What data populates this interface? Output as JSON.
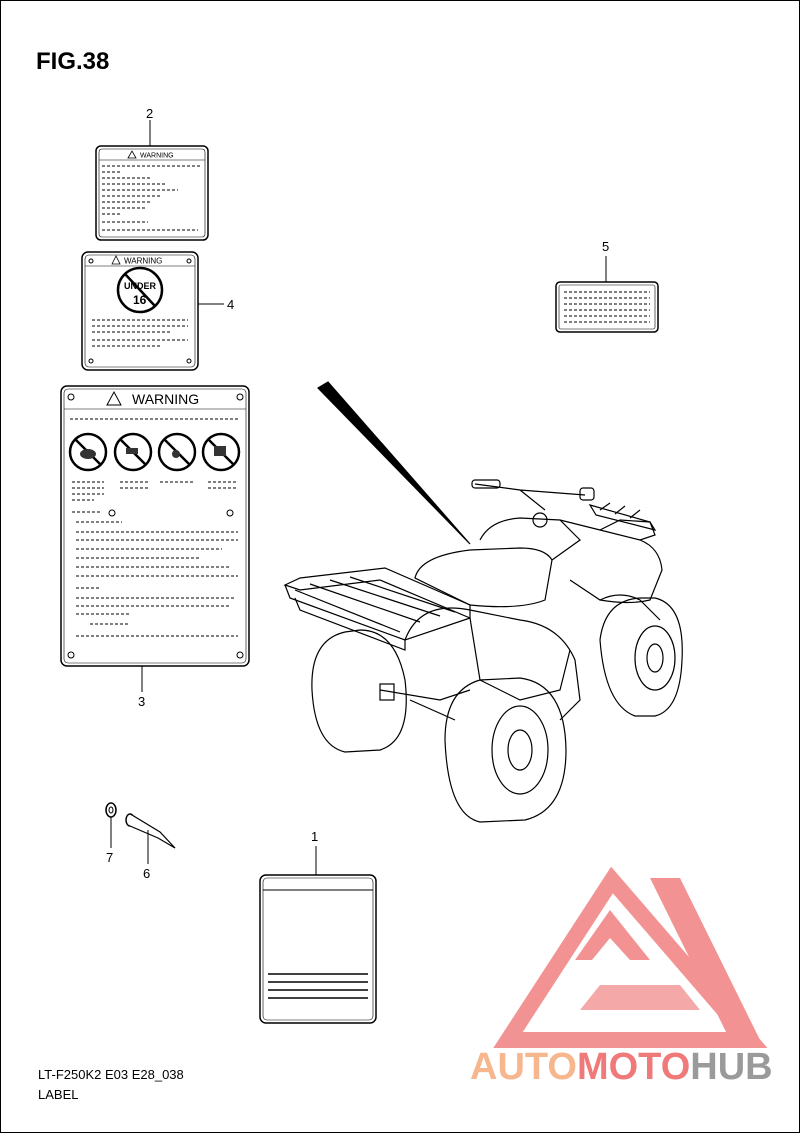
{
  "figure": {
    "title": "FIG.38",
    "code": "LT-F250K2 E03 E28_038",
    "section": "LABEL"
  },
  "callouts": [
    "1",
    "2",
    "3",
    "4",
    "5",
    "6",
    "7"
  ],
  "labels": {
    "warning_small": "WARNING",
    "warning_large": "WARNING",
    "under_text": "UNDER",
    "under_age": "16"
  },
  "watermark": {
    "part1": "AUTO",
    "part2": "MOTO",
    "part3": "HUB",
    "colors": {
      "orange": "#f6b68e",
      "red": "#f07a7a",
      "gray": "#9a9a9a"
    }
  }
}
